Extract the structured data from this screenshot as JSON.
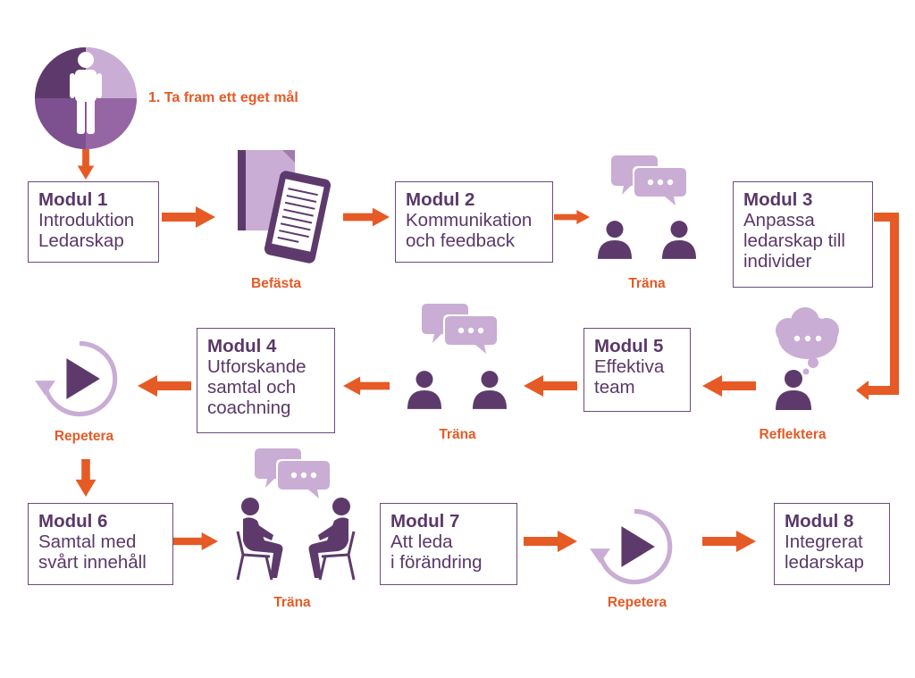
{
  "goal_text": "1. Ta fram ett eget mål",
  "modules": [
    {
      "title": "Modul 1",
      "lines": [
        "Introduktion",
        "Ledarskap"
      ]
    },
    {
      "title": "Modul 2",
      "lines": [
        "Kommunikation",
        "och feedback"
      ]
    },
    {
      "title": "Modul 3",
      "lines": [
        "Anpassa",
        "ledarskap till",
        "individer"
      ]
    },
    {
      "title": "Modul 4",
      "lines": [
        "Utforskande",
        "samtal och",
        "coachning"
      ]
    },
    {
      "title": "Modul 5",
      "lines": [
        "Effektiva",
        "team"
      ]
    },
    {
      "title": "Modul 6",
      "lines": [
        "Samtal med",
        "svårt innehåll"
      ]
    },
    {
      "title": "Modul 7",
      "lines": [
        "Att leda",
        "i förändring"
      ]
    },
    {
      "title": "Modul 8",
      "lines": [
        "Integrerat",
        "ledarskap"
      ]
    }
  ],
  "labels": {
    "befasta": "Befästa",
    "trana_1": "Träna",
    "trana_2": "Träna",
    "trana_3": "Träna",
    "reflektera": "Reflektera",
    "repetera_1": "Repetera",
    "repetera_2": "Repetera"
  },
  "colors": {
    "orange": "#e65a25",
    "purple_dark": "#5e3a6c",
    "purple_mid": "#9a6aa8",
    "purple_light": "#c9add4",
    "text_purple": "#5a3868"
  },
  "icons": [
    "person-target-icon",
    "tablet-book-icon",
    "speech-bubbles-icon",
    "people-icon",
    "thought-bubble-icon",
    "repeat-play-icon",
    "seated-dialogue-icon"
  ]
}
